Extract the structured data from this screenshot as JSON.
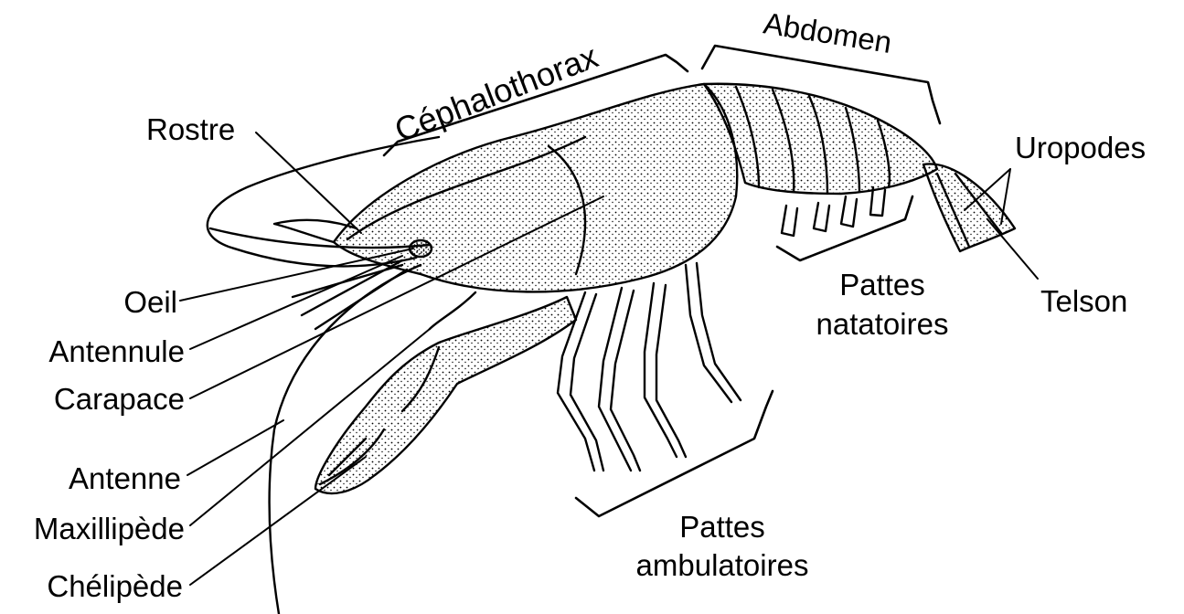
{
  "diagram": {
    "labels": {
      "cephalothorax": "Céphalothorax",
      "abdomen": "Abdomen",
      "rostre": "Rostre",
      "uropodes": "Uropodes",
      "oeil": "Oeil",
      "antennule": "Antennule",
      "carapace": "Carapace",
      "antenne": "Antenne",
      "maxillipede": "Maxillipède",
      "chelipede": "Chélipède",
      "telson": "Telson",
      "pattes_natatoires_1": "Pattes",
      "pattes_natatoires_2": "natatoires",
      "pattes_ambulatoires_1": "Pattes",
      "pattes_ambulatoires_2": "ambulatoires"
    },
    "colors": {
      "ink": "#000000",
      "background": "#ffffff"
    }
  }
}
